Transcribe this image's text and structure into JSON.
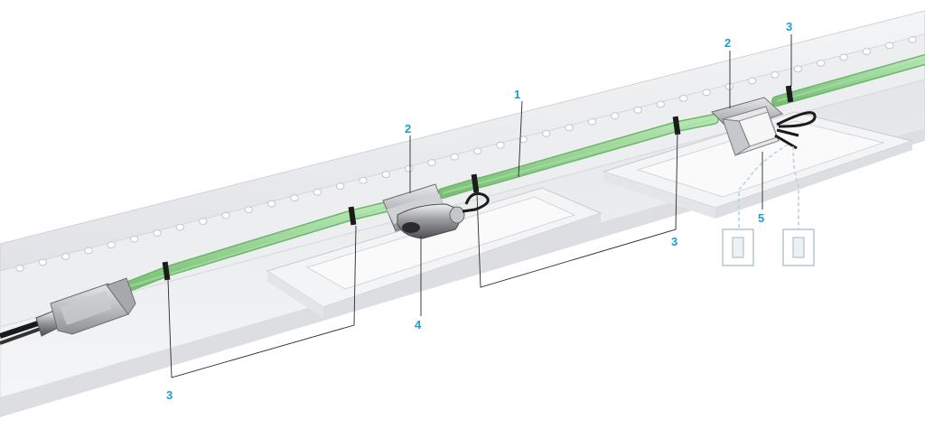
{
  "callouts": {
    "c1": "1",
    "c2a": "2",
    "c2b": "2",
    "c3a": "3",
    "c3b": "3",
    "c3c": "3",
    "c4": "4",
    "c5": "5"
  },
  "colors": {
    "callout": "#1a9fd0",
    "cable": "#8fd28c",
    "rail": "#e9eaec",
    "clip": "#1b1b1b"
  }
}
